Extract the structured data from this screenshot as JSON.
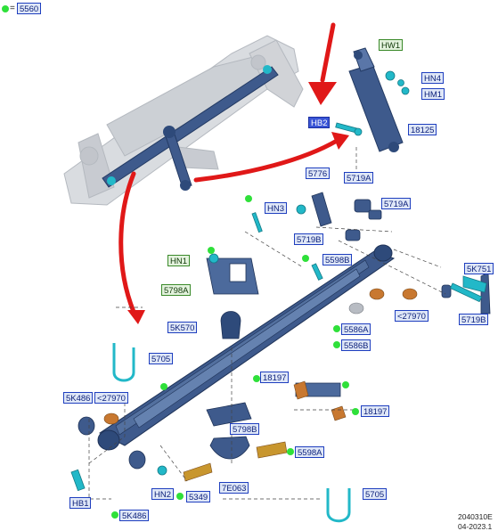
{
  "legend": {
    "equals": "=",
    "code": "5560"
  },
  "labels": {
    "HW1": "HW1",
    "HN4": "HN4",
    "HM1": "HM1",
    "HB2": "HB2",
    "c18125": "18125",
    "c5776": "5776",
    "c5719A_1": "5719A",
    "c5719A_2": "5719A",
    "HN3": "HN3",
    "c5719B_1": "5719B",
    "HN1": "HN1",
    "c5598B": "5598B",
    "c5K751": "5K751",
    "c5798A": "5798A",
    "c5586A": "5586A",
    "c27970_1": "<27970",
    "c5719B_2": "5719B",
    "c5K570": "5K570",
    "c5586B": "5586B",
    "c5705_1": "5705",
    "c18197_1": "18197",
    "c5K486_1": "5K486",
    "c27970_2": "<27970",
    "c18197_2": "18197",
    "c5798B": "5798B",
    "c5598A": "5598A",
    "HB1": "HB1",
    "HN2": "HN2",
    "c5349": "5349",
    "c7E063": "7E063",
    "c5K486_2": "5K486",
    "c5705_2": "5705"
  },
  "footer": {
    "line1": "2040310E",
    "line2": "04-2023.1"
  },
  "colors": {
    "label_blue_border": "#1f3fbf",
    "label_green_border": "#3a8a2a",
    "highlight": "#3a55d6",
    "marker_green": "#2fe03a",
    "arrow_red": "#e01818",
    "part_blue": "#3e5a8c",
    "part_cyan": "#22b8c8",
    "part_orange": "#c87830",
    "frame_grey": "#c8ccd2"
  }
}
